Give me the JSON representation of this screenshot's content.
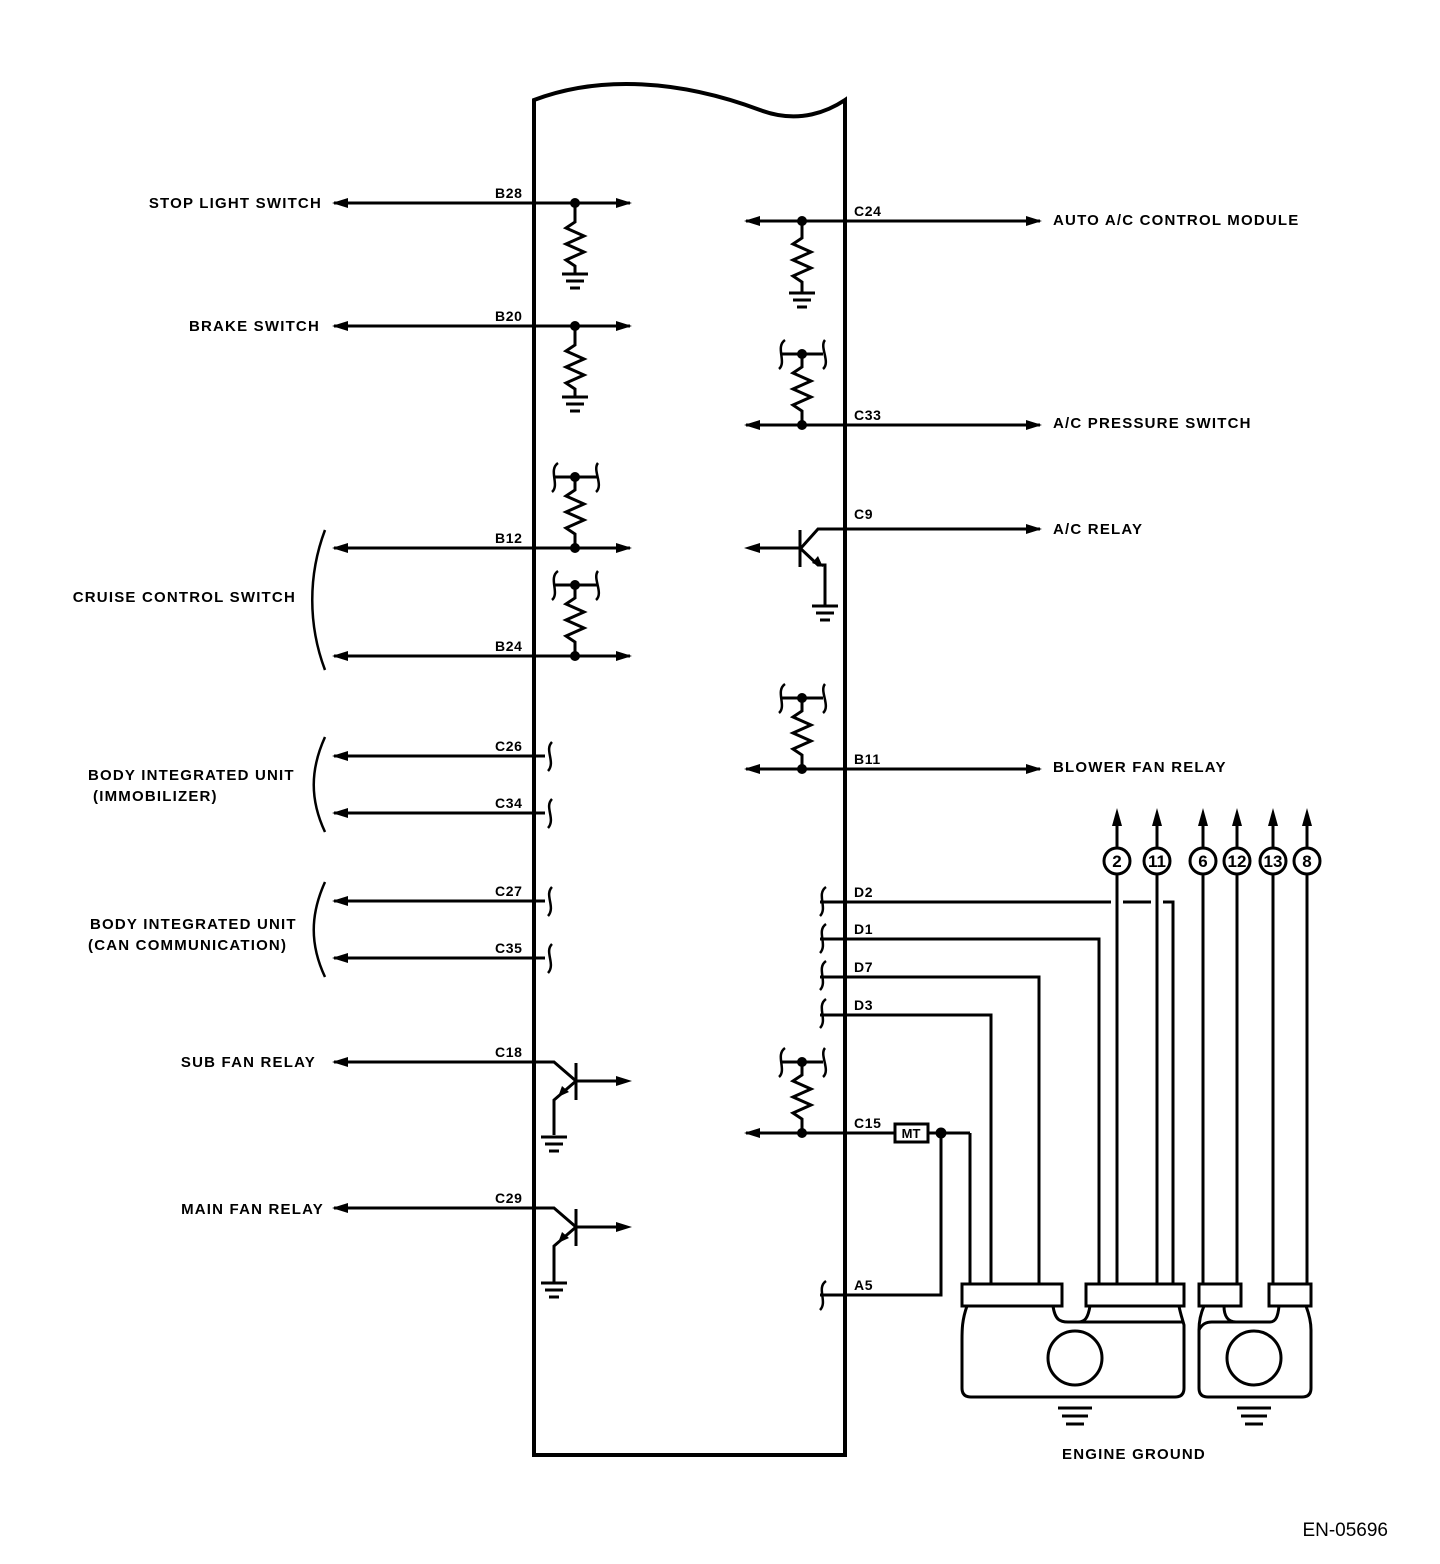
{
  "diagram": {
    "type": "wiring-diagram",
    "code": "EN-05696",
    "colors": {
      "line": "#000000",
      "background": "#ffffff"
    },
    "left_signals": [
      {
        "pin": "B28",
        "label": "STOP LIGHT SWITCH"
      },
      {
        "pin": "B20",
        "label": "BRAKE SWITCH"
      },
      {
        "pin": "B12",
        "label": ""
      },
      {
        "pin": "B24",
        "label": ""
      },
      {
        "pin": "C26",
        "label": ""
      },
      {
        "pin": "C34",
        "label": ""
      },
      {
        "pin": "C27",
        "label": ""
      },
      {
        "pin": "C35",
        "label": ""
      },
      {
        "pin": "C18",
        "label": "SUB FAN RELAY"
      },
      {
        "pin": "C29",
        "label": "MAIN FAN RELAY"
      }
    ],
    "groups": {
      "cruise": "CRUISE CONTROL SWITCH",
      "immo_line1": "BODY INTEGRATED UNIT",
      "immo_line2": "(IMMOBILIZER)",
      "can_line1": "BODY INTEGRATED UNIT",
      "can_line2": "(CAN COMMUNICATION)"
    },
    "right_signals": [
      {
        "pin": "C24",
        "label": "AUTO A/C CONTROL MODULE"
      },
      {
        "pin": "C33",
        "label": "A/C PRESSURE SWITCH"
      },
      {
        "pin": "C9",
        "label": "A/C RELAY"
      },
      {
        "pin": "B11",
        "label": "BLOWER FAN RELAY"
      }
    ],
    "ground_pins": [
      "D2",
      "D1",
      "D7",
      "D3",
      "C15",
      "A5"
    ],
    "mt_label": "MT",
    "connector_refs": [
      "2",
      "11",
      "6",
      "12",
      "13",
      "8"
    ],
    "engine_ground_label": "ENGINE GROUND"
  }
}
